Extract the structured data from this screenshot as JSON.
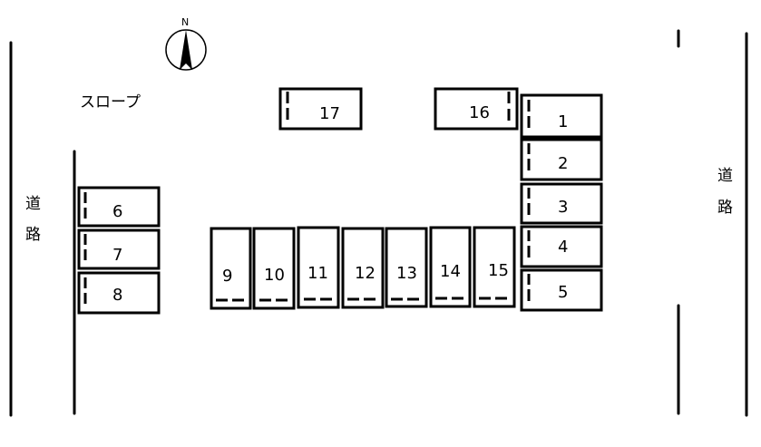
{
  "north_label": "N",
  "slope_label": "スロープ",
  "road_left": [
    "道",
    "路"
  ],
  "road_right": [
    "道",
    "路"
  ],
  "spaces": [
    "1",
    "2",
    "3",
    "4",
    "5",
    "6",
    "7",
    "8",
    "9",
    "10",
    "11",
    "12",
    "13",
    "14",
    "15",
    "16",
    "17"
  ],
  "colors": {
    "ink": "#000000",
    "background": "#ffffff"
  }
}
